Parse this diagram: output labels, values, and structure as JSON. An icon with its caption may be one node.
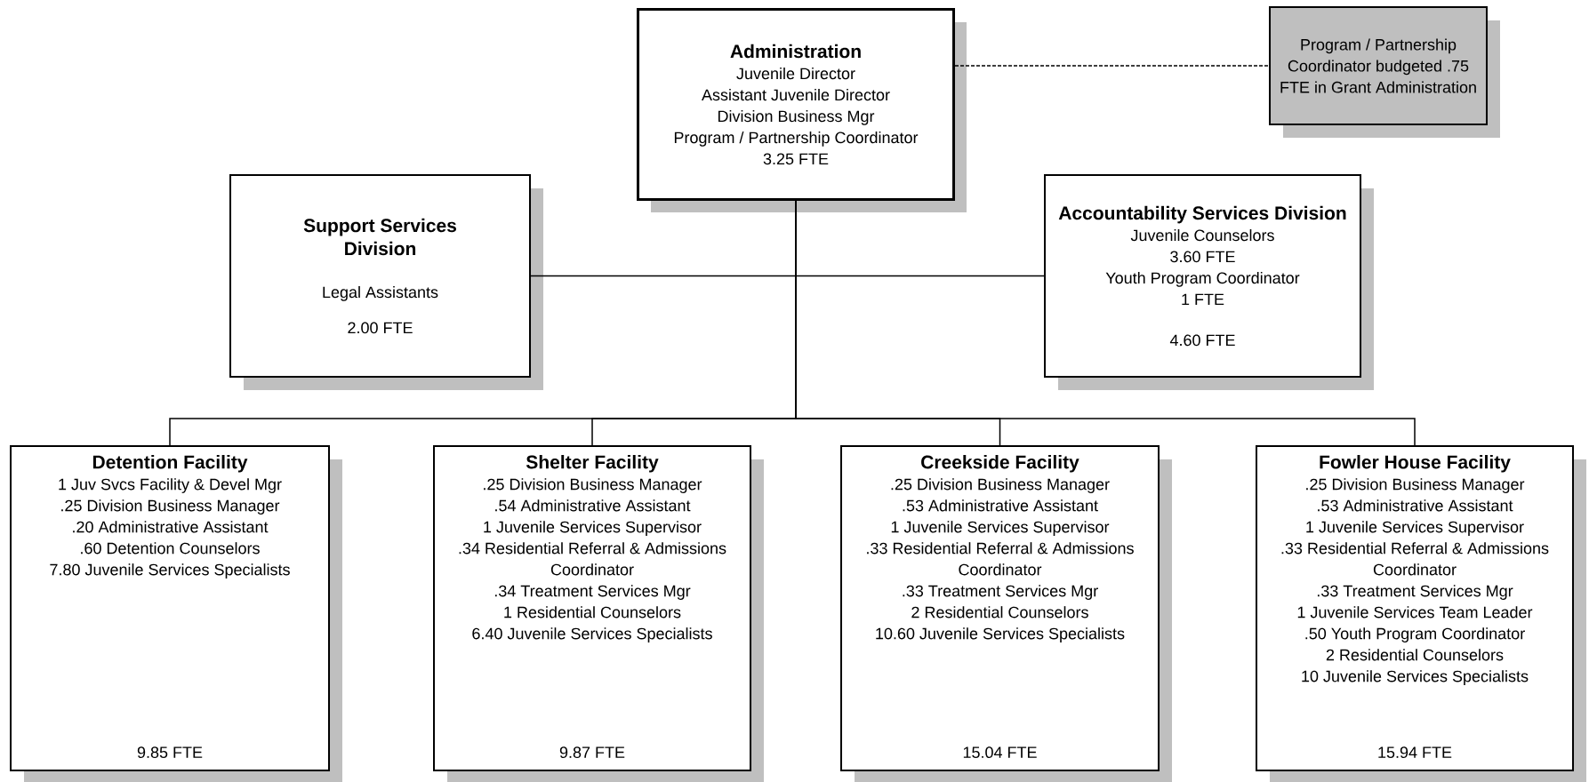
{
  "diagram": {
    "nodes": [
      {
        "text": [
          "Administration",
          "Juvenile Director",
          "Assistant Juvenile Director",
          "Division Business Mgr",
          "Program / Partnership Coordinator",
          "3.25 FTE"
        ]
      },
      {
        "text": [
          "Program / Partnership Coordinator budgeted .75 FTE in Grant Administration"
        ]
      },
      {
        "text": [
          "Support Services Division",
          "Legal Assistants",
          "2.00 FTE"
        ]
      },
      {
        "text": [
          "Accountability Services Division",
          "Juvenile Counselors",
          "3.60 FTE",
          "Youth Program Coordinator",
          "1 FTE",
          "4.60 FTE"
        ]
      },
      {
        "text": [
          "Detention Facility",
          "1 Juv Svcs Facility & Devel Mgr",
          ".25 Division Business Manager",
          ".20 Administrative Assistant",
          ".60 Detention Counselors",
          "7.80 Juvenile Services Specialists",
          "9.85 FTE"
        ]
      },
      {
        "text": [
          "Shelter Facility",
          ".25 Division Business Manager",
          ".54 Administrative Assistant",
          "1 Juvenile Services Supervisor",
          ".34 Residential Referral & Admissions Coordinator",
          ".34 Treatment Services Mgr",
          "1 Residential Counselors",
          "6.40 Juvenile Services Specialists",
          "9.87 FTE"
        ]
      },
      {
        "text": [
          "Creekside Facility",
          ".25 Division Business Manager",
          ".53 Administrative Assistant",
          "1 Juvenile Services Supervisor",
          ".33 Residential Referral & Admissions Coordinator",
          ".33 Treatment Services Mgr",
          "2 Residential Counselors",
          "10.60 Juvenile Services Specialists",
          "15.04 FTE"
        ]
      },
      {
        "text": [
          "Fowler House Facility",
          ".25 Division Business Manager",
          ".53 Administrative Assistant",
          "1 Juvenile Services Supervisor",
          ".33 Residential Referral & Admissions Coordinator",
          ".33 Treatment Services Mgr",
          "1 Juvenile Services Team Leader",
          ".50 Youth Program Coordinator",
          "2 Residential Counselors",
          "10 Juvenile Services Specialists",
          "15.94 FTE"
        ]
      }
    ],
    "edges": [
      {
        "from": 0,
        "to": 1,
        "arrow": "none",
        "style": "dashed"
      },
      {
        "from": 0,
        "to": 2,
        "arrow": "none"
      },
      {
        "from": 0,
        "to": 3,
        "arrow": "none"
      },
      {
        "from": 0,
        "to": 4,
        "arrow": "none"
      },
      {
        "from": 0,
        "to": 5,
        "arrow": "none"
      },
      {
        "from": 0,
        "to": 6,
        "arrow": "none"
      },
      {
        "from": 0,
        "to": 7,
        "arrow": "none"
      }
    ]
  }
}
